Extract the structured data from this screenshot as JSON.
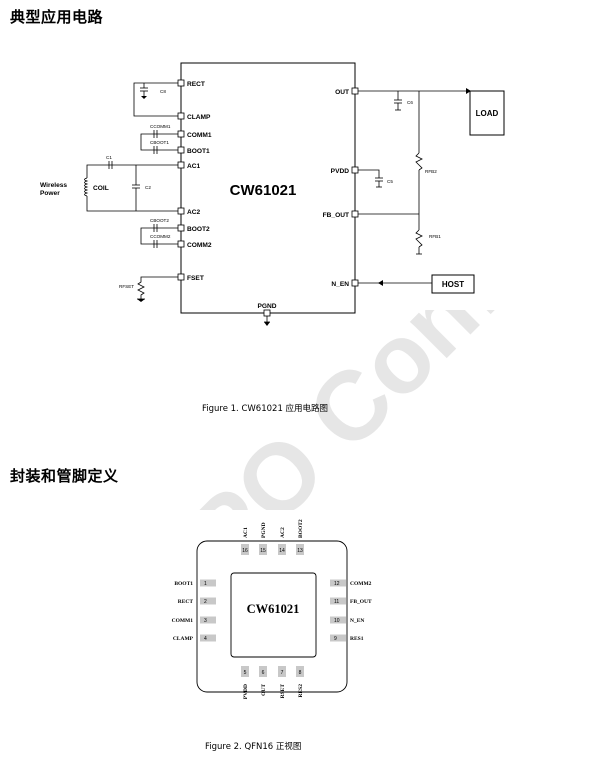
{
  "sections": {
    "app_circuit_title": "典型应用电路",
    "package_title": "封装和管脚定义"
  },
  "watermark": "COPO Confidential",
  "figure1": {
    "caption": "Figure 1. CW61021  应用电路图",
    "chip_label": "CW61021",
    "left_pins": [
      "RECT",
      "CLAMP",
      "COMM1",
      "BOOT1",
      "AC1",
      "AC2",
      "BOOT2",
      "COMM2",
      "FSET"
    ],
    "right_pins": [
      "OUT",
      "PVDD",
      "FB_OUT",
      "N_EN"
    ],
    "bottom_pin": "PGND",
    "components": {
      "c_rect": "C8",
      "c_comm1": "CCOMM1",
      "c_boot1": "CBOOT1",
      "c1": "C1",
      "c2": "C2",
      "c_boot2": "CBOOT2",
      "c_comm2": "CCOMM2",
      "r_fset": "RFSET",
      "c_out": "C6",
      "c_pvdd": "C5",
      "r_fb2": "RFB2",
      "r_fb1": "RFB1"
    },
    "wireless_line1": "Wireless",
    "wireless_line2": "Power",
    "coil": "COIL",
    "load": "LOAD",
    "host": "HOST"
  },
  "figure2": {
    "caption": "Figure 2.    QFN16 正视图",
    "chip_label": "CW61021",
    "top_pins": [
      {
        "num": "16",
        "name": "AC1"
      },
      {
        "num": "15",
        "name": "PGND"
      },
      {
        "num": "14",
        "name": "AC2"
      },
      {
        "num": "13",
        "name": "BOOT2"
      }
    ],
    "left_pins": [
      {
        "num": "1",
        "name": "BOOT1"
      },
      {
        "num": "2",
        "name": "RECT"
      },
      {
        "num": "3",
        "name": "COMM1"
      },
      {
        "num": "4",
        "name": "CLAMP"
      }
    ],
    "right_pins": [
      {
        "num": "12",
        "name": "COMM2"
      },
      {
        "num": "11",
        "name": "FB_OUT"
      },
      {
        "num": "10",
        "name": "N_EN"
      },
      {
        "num": "9",
        "name": "RES1"
      }
    ],
    "bottom_pins": [
      {
        "num": "5",
        "name": "PVDD"
      },
      {
        "num": "6",
        "name": "OUT"
      },
      {
        "num": "7",
        "name": "RSET"
      },
      {
        "num": "8",
        "name": "RES2"
      }
    ]
  }
}
